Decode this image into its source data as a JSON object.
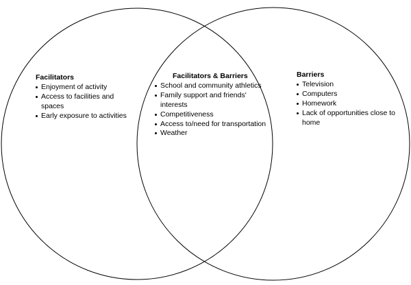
{
  "left": {
    "heading": "Facilitators",
    "items": [
      "Enjoyment of activity",
      "Access to facilities and spaces",
      "Early exposure to activities"
    ]
  },
  "middle": {
    "heading": "Facilitators & Barriers",
    "items": [
      "School and community athletics",
      "Family support and friends' interests",
      "Competitiveness",
      "Access to/need for transportation",
      "Weather"
    ]
  },
  "right": {
    "heading": "Barriers",
    "items": [
      "Television",
      "Computers",
      "Homework",
      "Lack of opportunities close to home"
    ]
  }
}
